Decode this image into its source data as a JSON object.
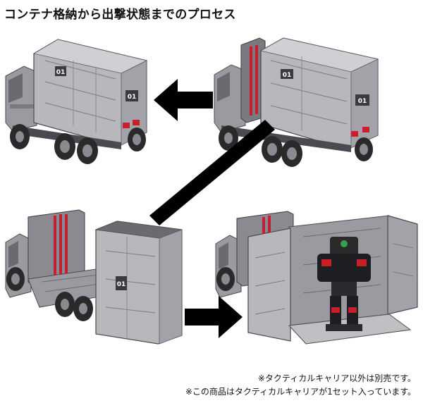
{
  "title": "コンテナ格納から出撃状態までのプロセス",
  "container_marking": "01",
  "footnotes": [
    "※タクティカルキャリア以外は別売です。",
    "※この商品はタクティカルキャリアが1セット入っています。"
  ],
  "colors": {
    "text": "#111111",
    "arrow": "#000000",
    "container_light": "#b8b8bc",
    "container_mid": "#8e8e94",
    "container_dark": "#5c5c62",
    "tire": "#2a2a2a",
    "accent_red": "#c8202a"
  },
  "icons": {
    "arrow_left": "arrow-left-icon",
    "arrow_diagonal": "arrow-diagonal-icon",
    "arrow_right": "arrow-right-icon"
  }
}
